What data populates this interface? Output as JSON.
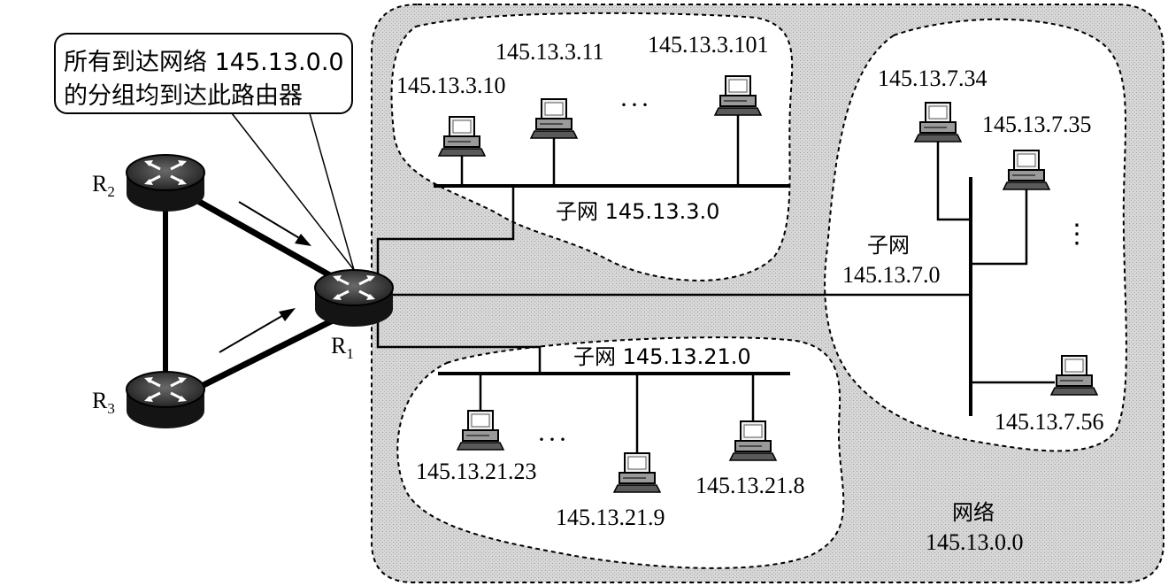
{
  "callout": {
    "line1": "所有到达网络 145.13.0.0",
    "line2": "的分组均到达此路由器"
  },
  "routers": {
    "r1": {
      "label": "R",
      "sub": "1"
    },
    "r2": {
      "label": "R",
      "sub": "2"
    },
    "r3": {
      "label": "R",
      "sub": "3"
    }
  },
  "network": {
    "label_line1": "网络",
    "label_line2": "145.13.0.0"
  },
  "subnet3": {
    "label": "子网 145.13.3.0",
    "hosts": [
      "145.13.3.10",
      "145.13.3.11",
      "145.13.3.101"
    ],
    "ellipsis": "···"
  },
  "subnet7": {
    "label_line1": "子网",
    "label_line2": "145.13.7.0",
    "hosts": [
      "145.13.7.34",
      "145.13.7.35",
      "145.13.7.56"
    ],
    "ellipsis": "⋮"
  },
  "subnet21": {
    "label": "子网 145.13.21.0",
    "hosts": [
      "145.13.21.23",
      "145.13.21.9",
      "145.13.21.8"
    ],
    "ellipsis": "···"
  }
}
